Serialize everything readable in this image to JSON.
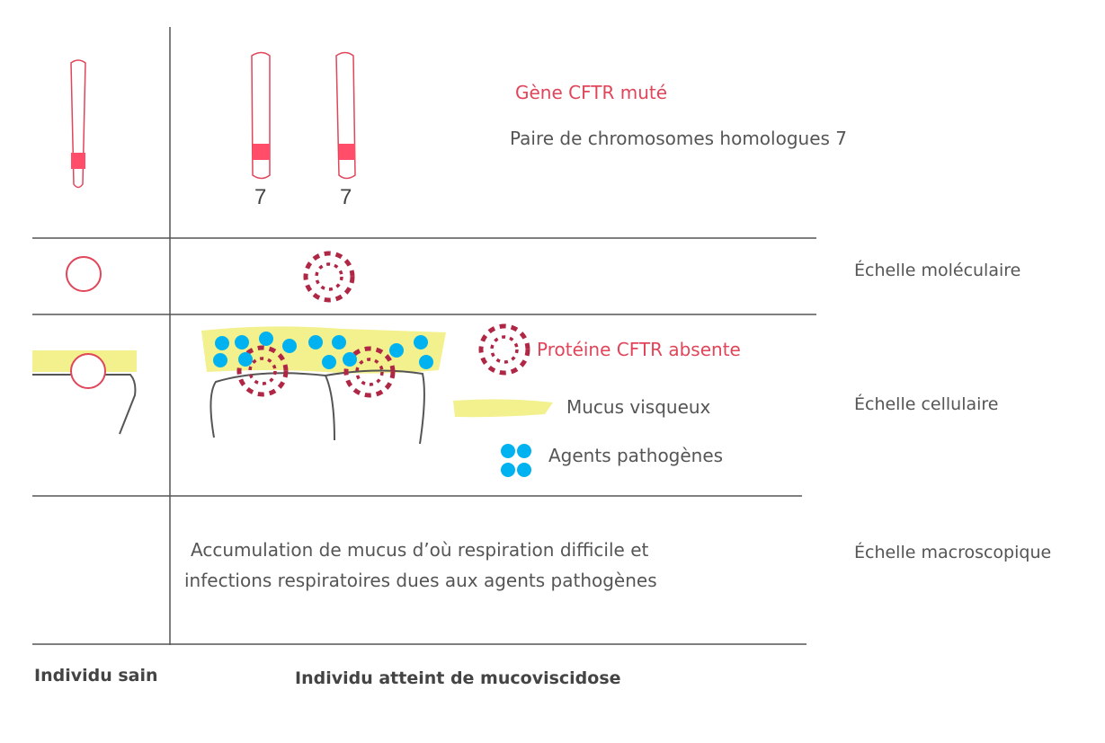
{
  "colors": {
    "gene_red": "#ff4d6a",
    "outline_red": "#e0455a",
    "absent_protein": "#b02746",
    "mucus_yellow": "#f3f08e",
    "pathogen_blue": "#00b3f0",
    "line_grey": "#555555"
  },
  "labels": {
    "gene_mutated": "Gène CFTR muté",
    "chromosome_pair": "Paire de chromosomes homologues 7",
    "chromosome_number_1": "7",
    "chromosome_number_2": "7"
  },
  "scales": {
    "molecular": "Échelle moléculaire",
    "cellular": "Échelle cellulaire",
    "macroscopic": "Échelle macroscopique"
  },
  "legend": {
    "protein_absent": "Protéine CFTR absente",
    "mucus": "Mucus visqueux",
    "pathogens": "Agents pathogènes"
  },
  "macroscopic_text": {
    "line1": "Accumulation de mucus d’où respiration difficile et",
    "line2": "infections respiratoires dues aux agents pathogènes"
  },
  "columns": {
    "healthy": "Individu sain",
    "affected": "Individu atteint de mucoviscidose"
  }
}
